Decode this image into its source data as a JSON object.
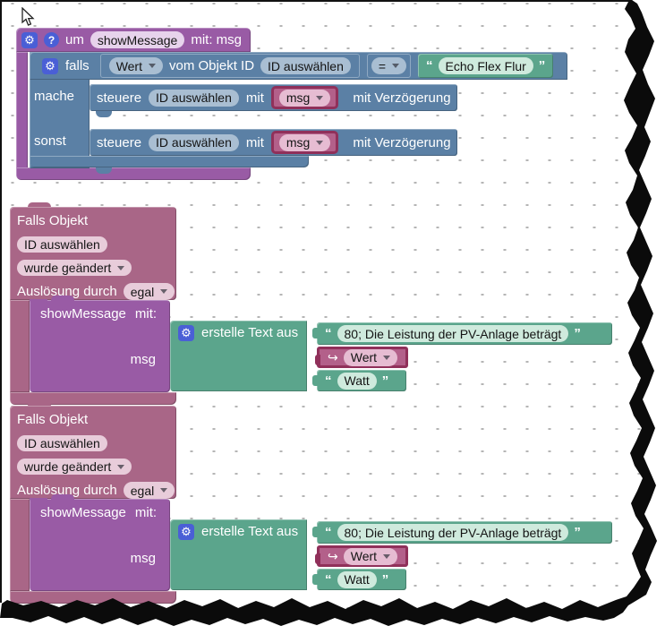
{
  "colors": {
    "function_purple": "#995ba5",
    "logic_blue": "#5b80a5",
    "text_green": "#5ba58c",
    "trigger_mauve": "#a96687",
    "variable_fill": "#b3608a",
    "variable_border": "#90305a",
    "icon_blue": "#4a5fd6",
    "workspace_bg": "#ffffff"
  },
  "icons": {
    "gear": "⚙",
    "help": "?",
    "quote_open": "“",
    "quote_close": "”",
    "redirect": "↪"
  },
  "function_block": {
    "um_label": "um",
    "name": "showMessage",
    "args_label": "mit: msg",
    "falls_label": "falls",
    "mache_label": "mache",
    "sonst_label": "sonst",
    "condition": {
      "value_dropdown": "Wert",
      "vom_objekt_label": "vom Objekt ID",
      "id_select": "ID auswählen",
      "operator": "=",
      "compare_text": "Echo Flex Flur"
    },
    "do_statement": {
      "steuere_label": "steuere",
      "id_select": "ID auswählen",
      "mit_label": "mit",
      "variable": "msg",
      "delay_label": "mit Verzögerung"
    },
    "else_statement": {
      "steuere_label": "steuere",
      "id_select": "ID auswählen",
      "mit_label": "mit",
      "variable": "msg",
      "delay_label": "mit Verzögerung"
    }
  },
  "triggers": [
    {
      "header": "Falls Objekt",
      "id_select": "ID auswählen",
      "event_dropdown": "wurde geändert",
      "trigger_label": "Auslösung durch",
      "trigger_value": "egal",
      "call": {
        "name": "showMessage",
        "mit_label": "mit:",
        "arg_label": "msg"
      },
      "text_join": {
        "label": "erstelle Text aus",
        "item_string_1": "80; Die Leistung der PV-Anlage beträgt",
        "item_variable": "Wert",
        "item_string_2": "Watt"
      }
    },
    {
      "header": "Falls Objekt",
      "id_select": "ID auswählen",
      "event_dropdown": "wurde geändert",
      "trigger_label": "Auslösung durch",
      "trigger_value": "egal",
      "call": {
        "name": "showMessage",
        "mit_label": "mit:",
        "arg_label": "msg"
      },
      "text_join": {
        "label": "erstelle Text aus",
        "item_string_1": "80; Die Leistung der PV-Anlage beträgt",
        "item_variable": "Wert",
        "item_string_2": "Watt"
      }
    }
  ]
}
